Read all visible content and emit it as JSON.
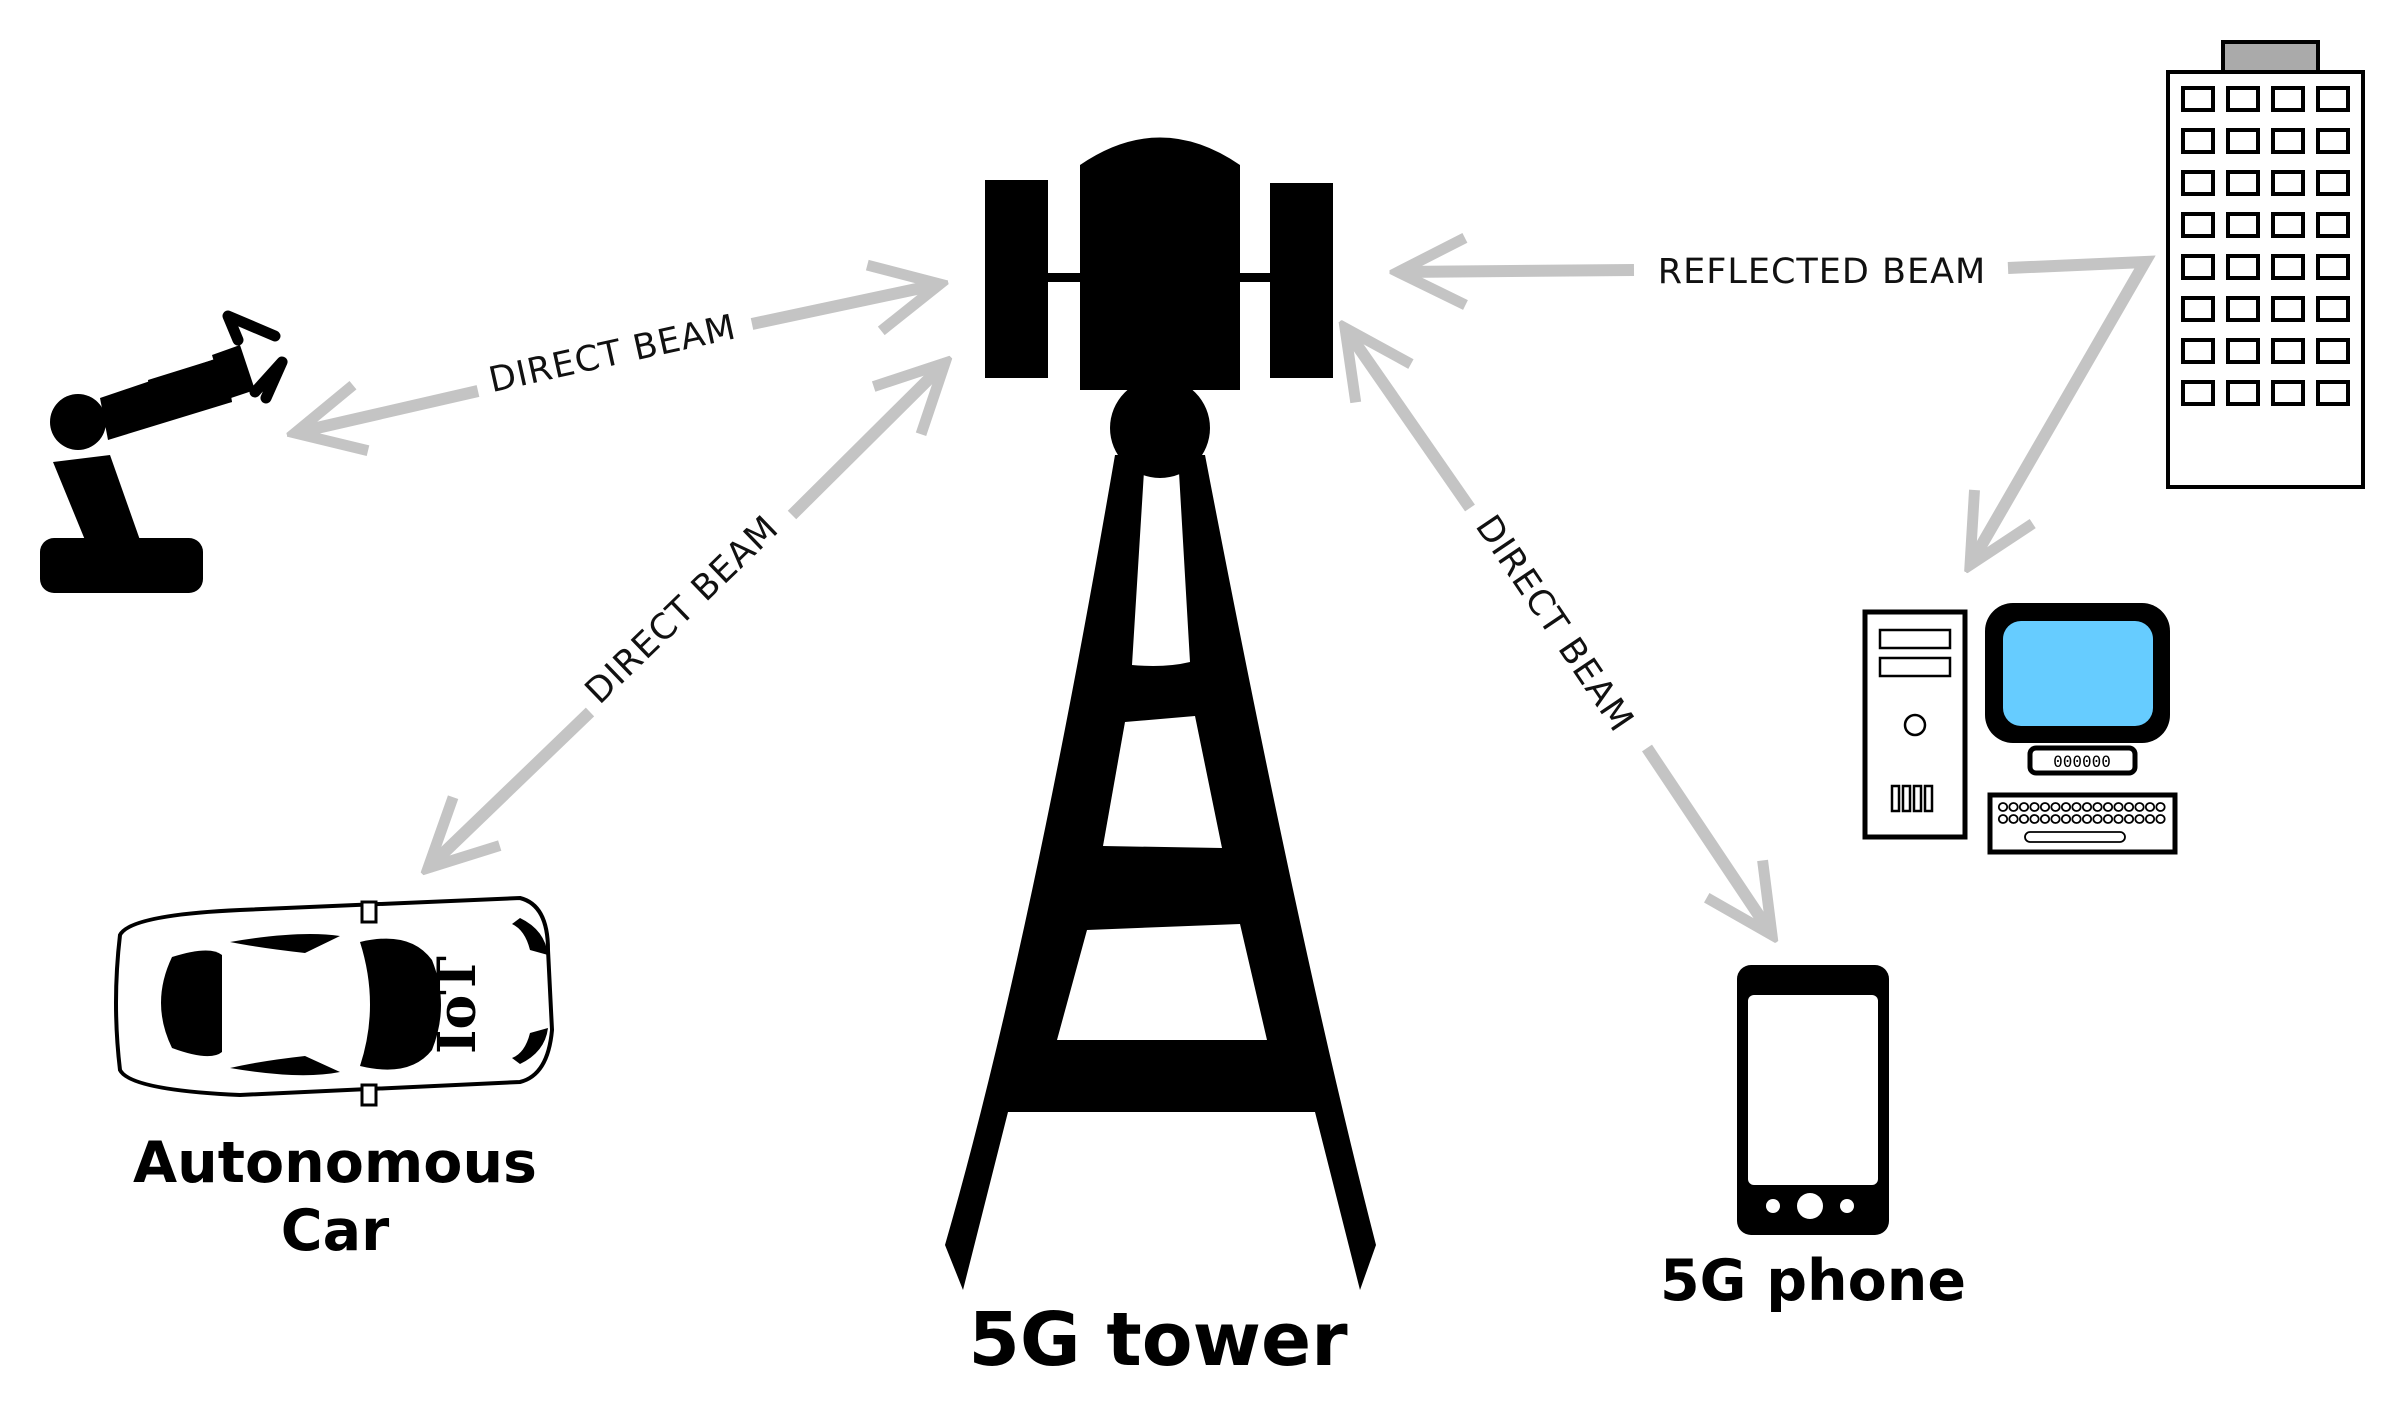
{
  "labels": {
    "tower": "5G tower",
    "phone": "5G phone",
    "car_line1": "Autonomous",
    "car_line2": "Car",
    "car_badge": "IoT",
    "computer_display": "000000"
  },
  "beams": {
    "robot": "DIRECT BEAM",
    "car": "DIRECT BEAM",
    "phone": "DIRECT BEAM",
    "reflected": "REFLECTED BEAM"
  },
  "colors": {
    "beam": "#c4c4c4",
    "ink": "#000000",
    "screen": "#66ccff",
    "background": "#ffffff"
  },
  "icons": {
    "tower": "cell-tower-icon",
    "robot": "robot-arm-icon",
    "car": "car-icon",
    "phone": "smartphone-icon",
    "building": "office-building-icon",
    "computer": "desktop-computer-icon"
  }
}
